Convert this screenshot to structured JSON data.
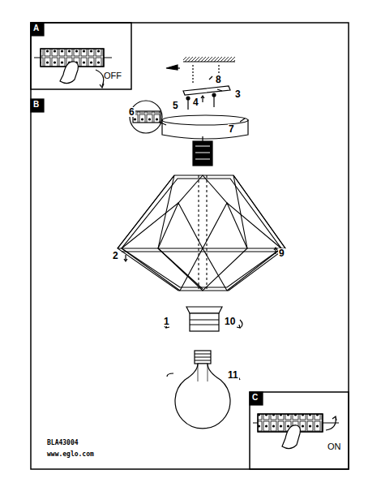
{
  "diagram": {
    "labels": [
      "A",
      "B",
      "C",
      "OFF",
      "ON",
      "1",
      "2",
      "3",
      "4",
      "5",
      "6",
      "7",
      "8",
      "9",
      "10",
      "11",
      "BLA43004",
      "www.eglo.com"
    ]
  }
}
